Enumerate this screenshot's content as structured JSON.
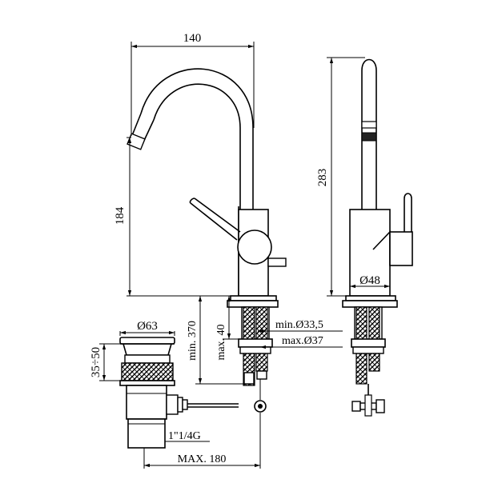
{
  "dimensions": {
    "spout_reach": "140",
    "spout_height": "184",
    "total_height": "283",
    "body_diameter": "Ø48",
    "hole_min": "min.Ø33,5",
    "hole_max": "max.Ø37",
    "deck_max": "max. 40",
    "hose_min": "min. 370",
    "waste_diameter": "Ø63",
    "waste_range": "35÷50",
    "waste_thread": "1\"1/4G",
    "rod_max": "MAX. 180"
  }
}
